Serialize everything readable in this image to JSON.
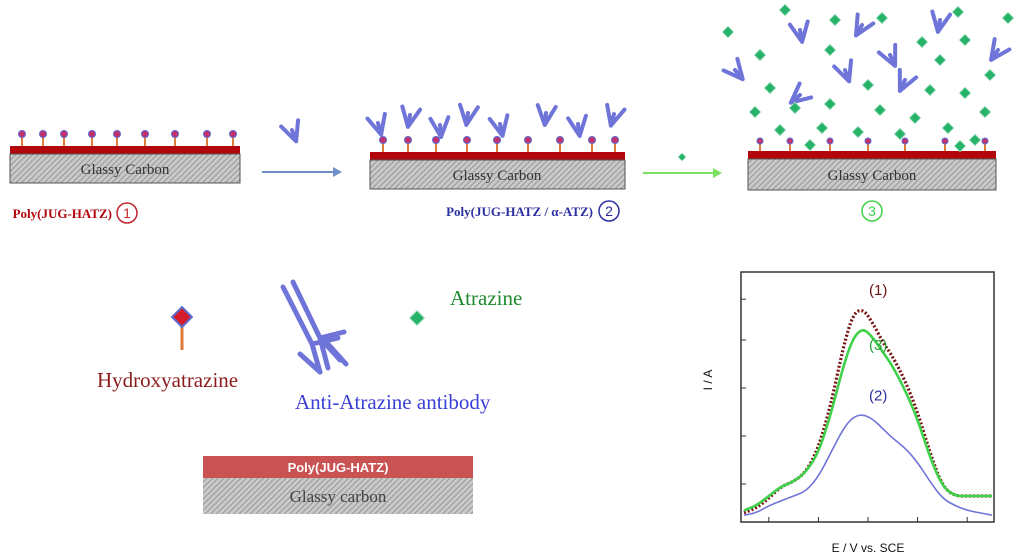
{
  "steps": [
    {
      "electrode_label": "Glassy  Carbon",
      "caption": "Poly(JUG-HATZ)",
      "step_number": "1"
    },
    {
      "electrode_label": "Glassy  Carbon",
      "caption": "Poly(JUG-HATZ / α-ATZ)",
      "step_number": "2"
    },
    {
      "electrode_label": "Glassy  Carbon",
      "caption": "",
      "step_number": "3"
    }
  ],
  "legend": {
    "hydroxyatrazine": "Hydroxyatrazine",
    "antibody": "Anti-Atrazine antibody",
    "atrazine": "Atrazine"
  },
  "layers": {
    "polymer": "Poly(JUG-HATZ)",
    "substrate": "Glassy carbon"
  },
  "colors": {
    "polymer_red": "#b3060c",
    "antibody_blue": "#6f74d8",
    "atrazine_green": "#27b36a",
    "step1": "#c0262b",
    "step2": "#2b2fa0",
    "step3": "#3fd14a"
  },
  "chart_data": {
    "type": "line",
    "xlabel": "E / V vs. SCE",
    "ylabel": "I / A",
    "series": [
      {
        "name": "(1)",
        "color": "#7a1212",
        "points": [
          [
            0,
            0.03
          ],
          [
            0.05,
            0.05
          ],
          [
            0.1,
            0.09
          ],
          [
            0.15,
            0.14
          ],
          [
            0.2,
            0.16
          ],
          [
            0.25,
            0.2
          ],
          [
            0.3,
            0.3
          ],
          [
            0.35,
            0.48
          ],
          [
            0.4,
            0.72
          ],
          [
            0.44,
            0.86
          ],
          [
            0.48,
            0.88
          ],
          [
            0.52,
            0.82
          ],
          [
            0.56,
            0.74
          ],
          [
            0.6,
            0.68
          ],
          [
            0.65,
            0.58
          ],
          [
            0.7,
            0.45
          ],
          [
            0.75,
            0.28
          ],
          [
            0.8,
            0.14
          ],
          [
            0.85,
            0.1
          ],
          [
            0.9,
            0.1
          ],
          [
            0.95,
            0.1
          ],
          [
            1.0,
            0.1
          ]
        ]
      },
      {
        "name": "(3)",
        "color": "#3fd14a",
        "points": [
          [
            0,
            0.04
          ],
          [
            0.05,
            0.06
          ],
          [
            0.1,
            0.1
          ],
          [
            0.15,
            0.14
          ],
          [
            0.2,
            0.16
          ],
          [
            0.25,
            0.2
          ],
          [
            0.3,
            0.28
          ],
          [
            0.35,
            0.44
          ],
          [
            0.4,
            0.64
          ],
          [
            0.44,
            0.76
          ],
          [
            0.48,
            0.8
          ],
          [
            0.52,
            0.76
          ],
          [
            0.56,
            0.7
          ],
          [
            0.6,
            0.64
          ],
          [
            0.65,
            0.54
          ],
          [
            0.7,
            0.42
          ],
          [
            0.75,
            0.26
          ],
          [
            0.8,
            0.14
          ],
          [
            0.85,
            0.1
          ],
          [
            0.9,
            0.1
          ],
          [
            0.95,
            0.1
          ],
          [
            1.0,
            0.1
          ]
        ]
      },
      {
        "name": "(2)",
        "color": "#6f74d8",
        "points": [
          [
            0,
            0.02
          ],
          [
            0.05,
            0.03
          ],
          [
            0.1,
            0.06
          ],
          [
            0.15,
            0.08
          ],
          [
            0.2,
            0.1
          ],
          [
            0.25,
            0.12
          ],
          [
            0.3,
            0.18
          ],
          [
            0.35,
            0.28
          ],
          [
            0.4,
            0.38
          ],
          [
            0.44,
            0.43
          ],
          [
            0.48,
            0.44
          ],
          [
            0.52,
            0.42
          ],
          [
            0.56,
            0.38
          ],
          [
            0.6,
            0.34
          ],
          [
            0.65,
            0.3
          ],
          [
            0.7,
            0.24
          ],
          [
            0.75,
            0.16
          ],
          [
            0.8,
            0.09
          ],
          [
            0.85,
            0.06
          ],
          [
            0.9,
            0.04
          ],
          [
            0.95,
            0.03
          ],
          [
            1.0,
            0.02
          ]
        ]
      }
    ]
  }
}
